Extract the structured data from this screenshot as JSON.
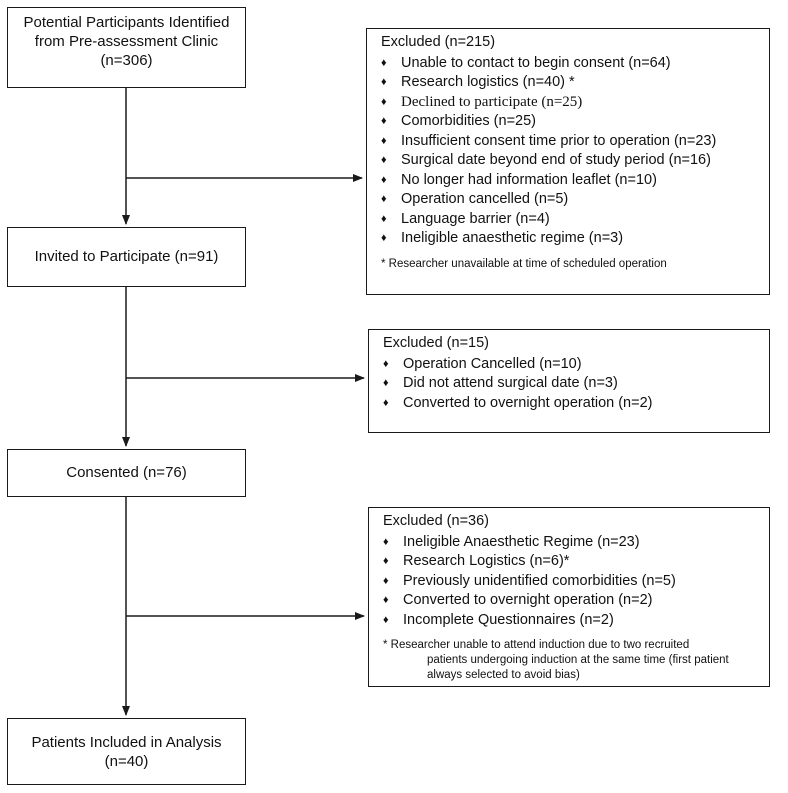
{
  "boxes": {
    "potential": {
      "line1": "Potential Participants Identified",
      "line2": "from Pre-assessment Clinic",
      "line3": "(n=306)"
    },
    "invited": {
      "text": "Invited to Participate (n=91)"
    },
    "consented": {
      "text": "Consented (n=76)"
    },
    "analysis": {
      "line1": "Patients Included in Analysis",
      "line2": "(n=40)"
    }
  },
  "excluded1": {
    "title": "Excluded  (n=215)",
    "bullet": "♦",
    "items": [
      "Unable to contact to begin consent (n=64)",
      "Research logistics (n=40) *",
      "Declined to participate (n=25)",
      "Comorbidities (n=25)",
      "Insufficient consent time prior to operation (n=23)",
      "Surgical date beyond end of study period (n=16)",
      "No longer had information leaflet (n=10)",
      "Operation cancelled (n=5)",
      "Language barrier (n=4)",
      "Ineligible anaesthetic regime (n=3)"
    ],
    "note": "* Researcher unavailable at time of scheduled operation"
  },
  "excluded2": {
    "title": "Excluded  (n=15)",
    "items": [
      "Operation Cancelled (n=10)",
      "Did not attend surgical date (n=3)",
      "Converted to overnight operation (n=2)"
    ]
  },
  "excluded3": {
    "title": "Excluded  (n=36)",
    "items": [
      "Ineligible Anaesthetic Regime (n=23)",
      "Research Logistics (n=6)*",
      "Previously unidentified comorbidities (n=5)",
      "Converted to overnight operation (n=2)",
      "Incomplete Questionnaires (n=2)"
    ],
    "note_line1": "* Researcher unable to attend induction due to two recruited",
    "note_line2": "patients undergoing induction at the same time (first patient",
    "note_line3": "always selected to avoid bias)"
  },
  "colors": {
    "line": "#1a1a1a",
    "background": "#ffffff"
  }
}
